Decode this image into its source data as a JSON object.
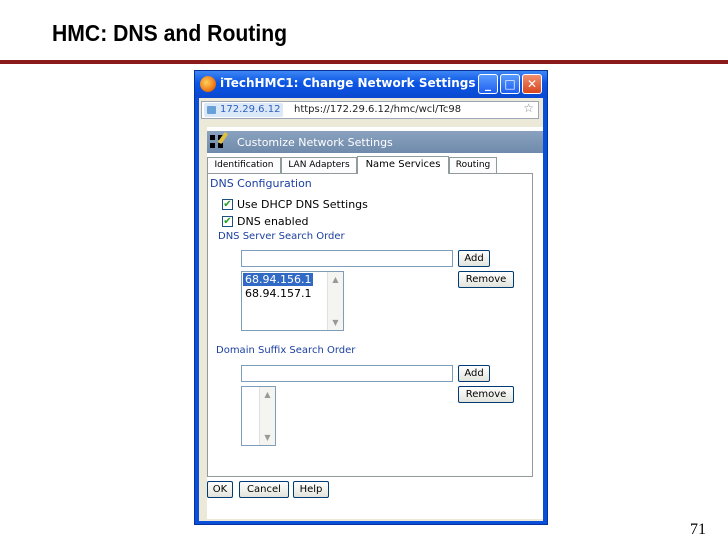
{
  "slide": {
    "title": "HMC: DNS and Routing",
    "page_number": "71"
  },
  "window": {
    "title": "iTechHMC1: Change Network Settings -...",
    "min_glyph": "_",
    "max_glyph": "□",
    "close_glyph": "✕",
    "url_ip": "172.29.6.12",
    "url": "https://172.29.6.12/hmc/wcl/Tc98",
    "star_glyph": "☆"
  },
  "panel": {
    "title": "Customize Network Settings",
    "tabs": [
      {
        "label": "Identification"
      },
      {
        "label": "LAN Adapters"
      },
      {
        "label": "Name Services"
      },
      {
        "label": "Routing"
      }
    ],
    "active_tab": "Name Services"
  },
  "dns": {
    "section_label": "DNS Configuration",
    "use_dhcp_label": "Use DHCP DNS Settings",
    "use_dhcp_checked": true,
    "dns_enabled_label": "DNS enabled",
    "dns_enabled_checked": true,
    "server_order_label": "DNS Server Search Order",
    "server_input_value": "",
    "servers": [
      "68.94.156.1",
      "68.94.157.1"
    ],
    "selected_server": "68.94.156.1",
    "add_label": "Add",
    "remove_label": "Remove",
    "suffix_order_label": "Domain Suffix Search Order",
    "suffix_input_value": "",
    "suffixes": []
  },
  "footer": {
    "ok_label": "OK",
    "cancel_label": "Cancel",
    "help_label": "Help"
  },
  "check_glyph": "✔",
  "colors": {
    "title_rule": "#8b1a1a",
    "window_blue": "#0a4fd8",
    "label_blue": "#1a3fa0",
    "selection": "#316ac5"
  }
}
